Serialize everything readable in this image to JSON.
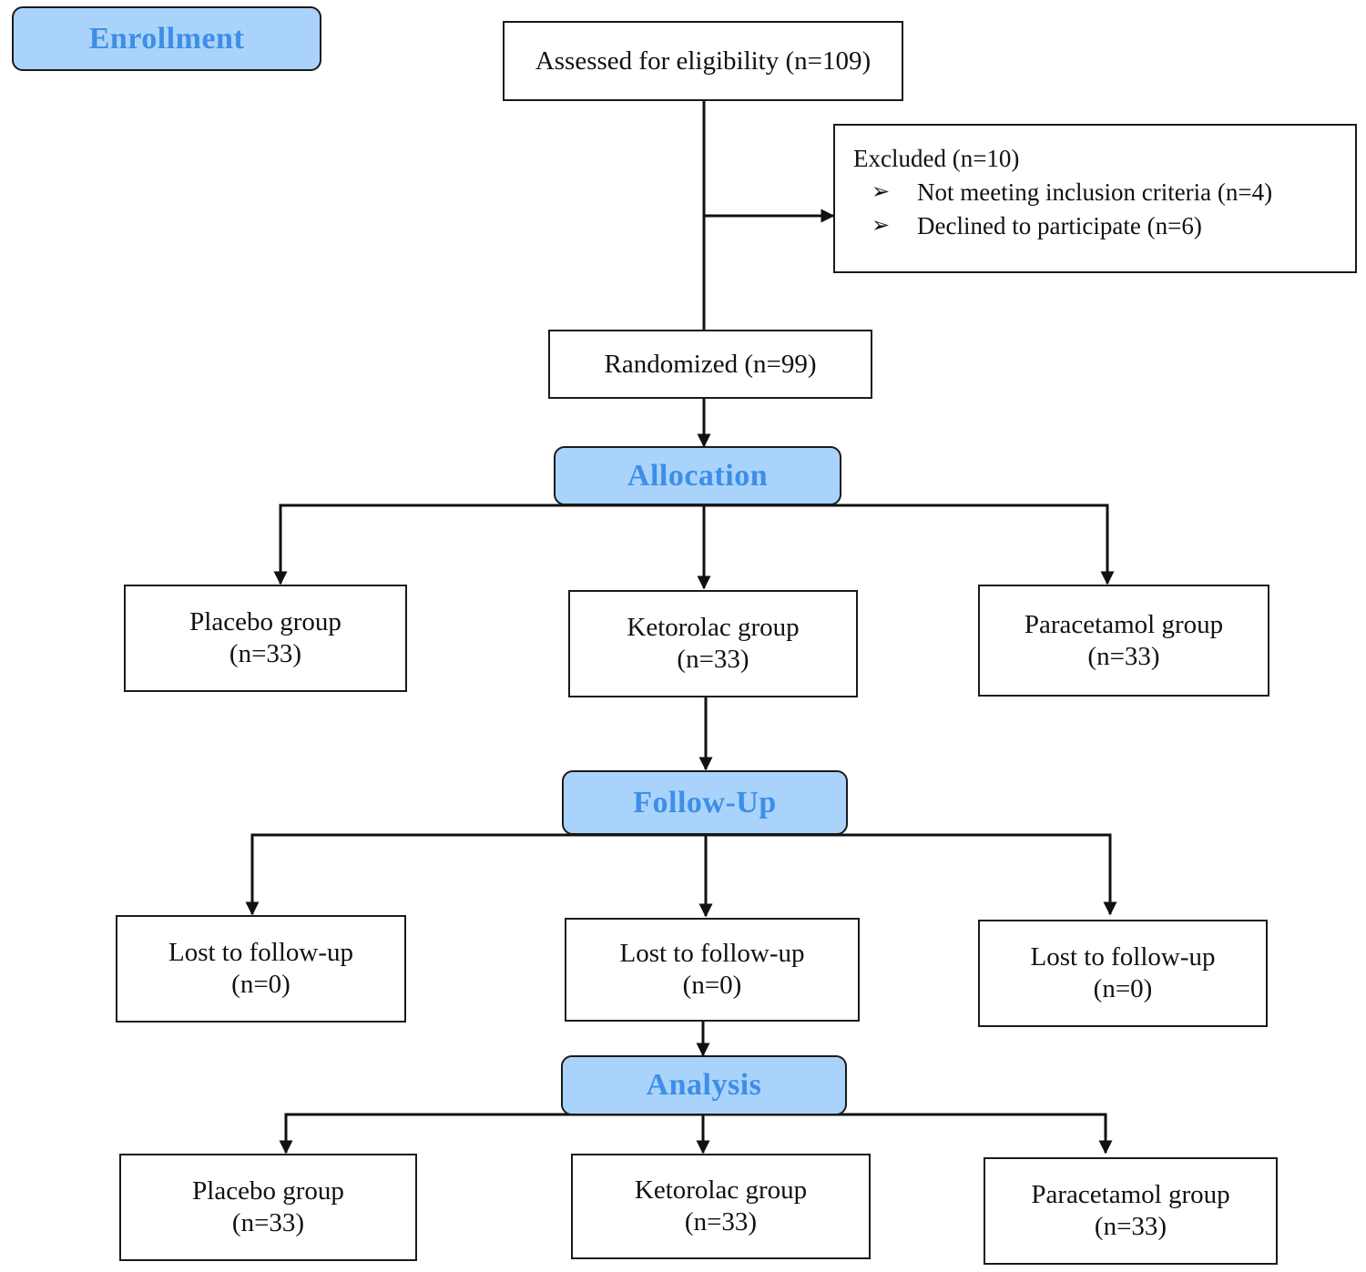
{
  "stages": {
    "enrollment": "Enrollment",
    "allocation": "Allocation",
    "follow_up": "Follow-Up",
    "analysis": "Analysis"
  },
  "enrollment": {
    "assessed": "Assessed for eligibility (n=109)",
    "excluded": {
      "title": "Excluded (n=10)",
      "bullet": "➢",
      "reasons": [
        "Not meeting inclusion criteria (n=4)",
        "Declined to participate (n=6)"
      ]
    },
    "randomized": "Randomized (n=99)"
  },
  "allocation": [
    {
      "group": "Placebo group",
      "n": "(n=33)"
    },
    {
      "group": "Ketorolac group",
      "n": "(n=33)"
    },
    {
      "group": "Paracetamol group",
      "n": "(n=33)"
    }
  ],
  "follow_up": [
    {
      "label": "Lost to follow-up",
      "n": "(n=0)"
    },
    {
      "label": "Lost to follow-up",
      "n": "(n=0)"
    },
    {
      "label": "Lost to follow-up",
      "n": "(n=0)"
    }
  ],
  "analysis": [
    {
      "group": "Placebo group",
      "n": "(n=33)"
    },
    {
      "group": "Ketorolac group",
      "n": "(n=33)"
    },
    {
      "group": "Paracetamol group",
      "n": "(n=33)"
    }
  ],
  "colors": {
    "stage_fill": "#a9d3fb",
    "stage_text": "#3d8ee6",
    "line": "#111111"
  }
}
